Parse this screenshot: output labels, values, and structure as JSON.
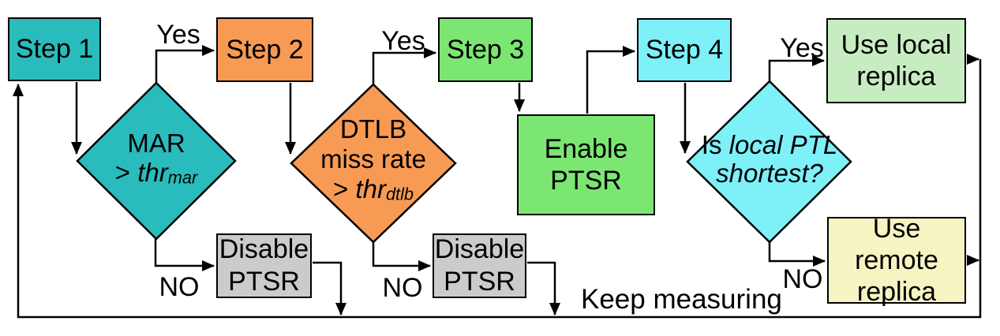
{
  "diagram": {
    "boxes": {
      "step1": {
        "label": "Step 1"
      },
      "step2": {
        "label": "Step 2"
      },
      "step3": {
        "label": "Step 3"
      },
      "step4": {
        "label": "Step 4"
      },
      "enable_ptsr": {
        "line1": "Enable",
        "line2": "PTSR"
      },
      "disable_ptsr_1": {
        "line1": "Disable",
        "line2": "PTSR"
      },
      "disable_ptsr_2": {
        "line1": "Disable",
        "line2": "PTSR"
      },
      "use_local": {
        "line1": "Use local",
        "line2": "replica"
      },
      "use_remote": {
        "line1": "Use remote",
        "line2": "replica"
      }
    },
    "diamonds": {
      "mar": {
        "line1": "MAR",
        "op": "> ",
        "thr": "thr",
        "sub": "mar"
      },
      "dtlb": {
        "line1": "DTLB",
        "line2": "miss rate",
        "op": "> ",
        "thr": "thr",
        "sub": "dtlb"
      },
      "ptl": {
        "prefix": "Is ",
        "italic1": "local PTL",
        "italic2": "shortest?"
      }
    },
    "edge_labels": {
      "yes1": "Yes",
      "yes2": "Yes",
      "yes3": "Yes",
      "no1": "NO",
      "no2": "NO",
      "no3": "NO",
      "keep_measuring": "Keep measuring"
    },
    "colors": {
      "background": "#ffffff",
      "line": "#000000",
      "teal": "#2abcbc",
      "orange": "#f79a54",
      "green": "#7ce673",
      "cyan": "#7df0f8",
      "light_green": "#c8ecc2",
      "cream": "#f7f4c3",
      "gray": "#cbcbcb"
    }
  }
}
